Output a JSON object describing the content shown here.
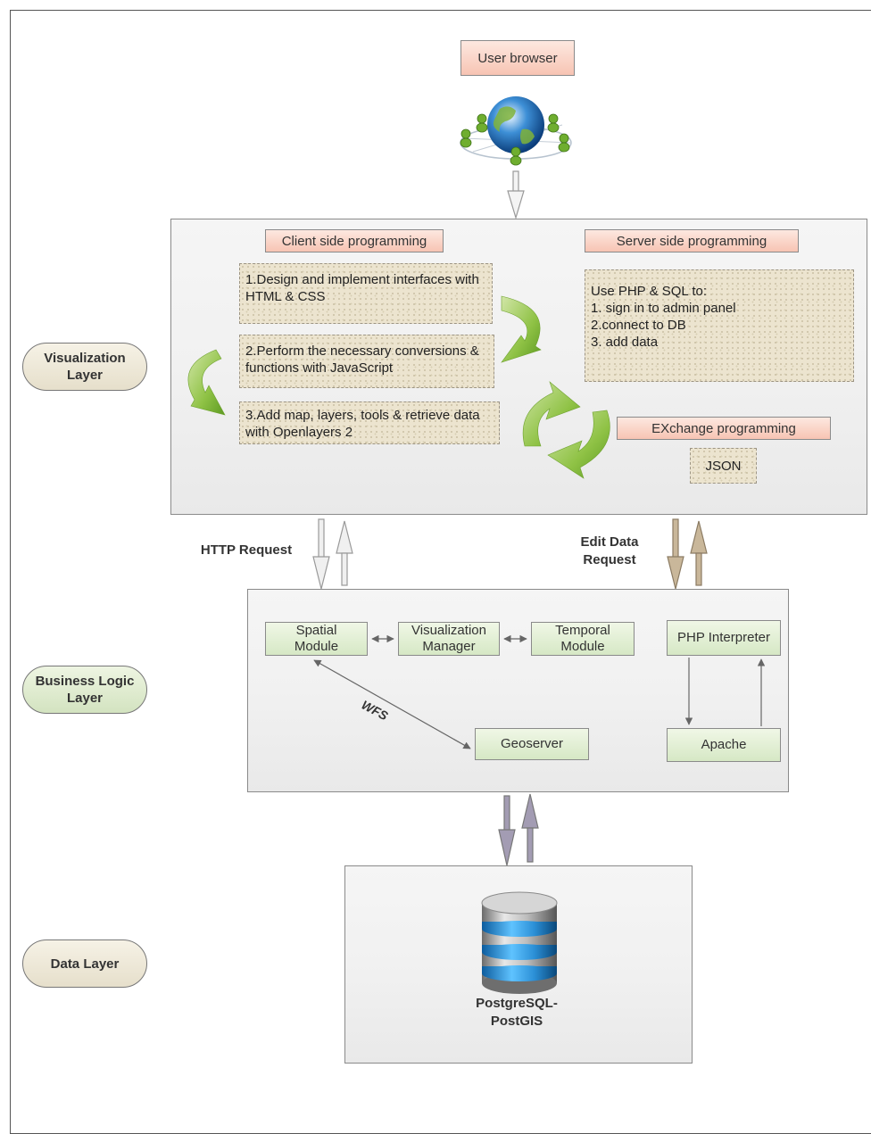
{
  "top": {
    "user_browser": "User browser"
  },
  "layers": {
    "visualization": "Visualization Layer",
    "business_logic": "Business Logic Layer",
    "data": "Data Layer"
  },
  "visualization_panel": {
    "client_header": "Client side programming",
    "server_header": "Server side programming",
    "client_steps": [
      "1.Design and implement interfaces with HTML & CSS",
      "2.Perform the necessary conversions & functions with JavaScript",
      "3.Add map, layers, tools & retrieve data with Openlayers 2"
    ],
    "server_text": {
      "intro": "Use PHP & SQL to:",
      "items": [
        "1. sign in to admin panel",
        "2.connect to DB",
        "3. add data"
      ]
    },
    "exchange_header": "EXchange programming",
    "exchange_format": "JSON"
  },
  "connectors": {
    "http_request": "HTTP Request",
    "edit_data_request": "Edit Data Request"
  },
  "business_panel": {
    "spatial_module": "Spatial Module",
    "visualization_manager": "Visualization Manager",
    "temporal_module": "Temporal Module",
    "php_interpreter": "PHP Interpreter",
    "geoserver": "Geoserver",
    "apache": "Apache",
    "wfs_label": "WFS"
  },
  "data_panel": {
    "database_label": "PostgreSQL-PostGIS"
  },
  "colors": {
    "salmon": "#f7c4b3",
    "sand": "#ece4cf",
    "green_box": "#d6e8c5",
    "green_arrow": "#7fb33a",
    "panel": "#f2f2f2"
  }
}
